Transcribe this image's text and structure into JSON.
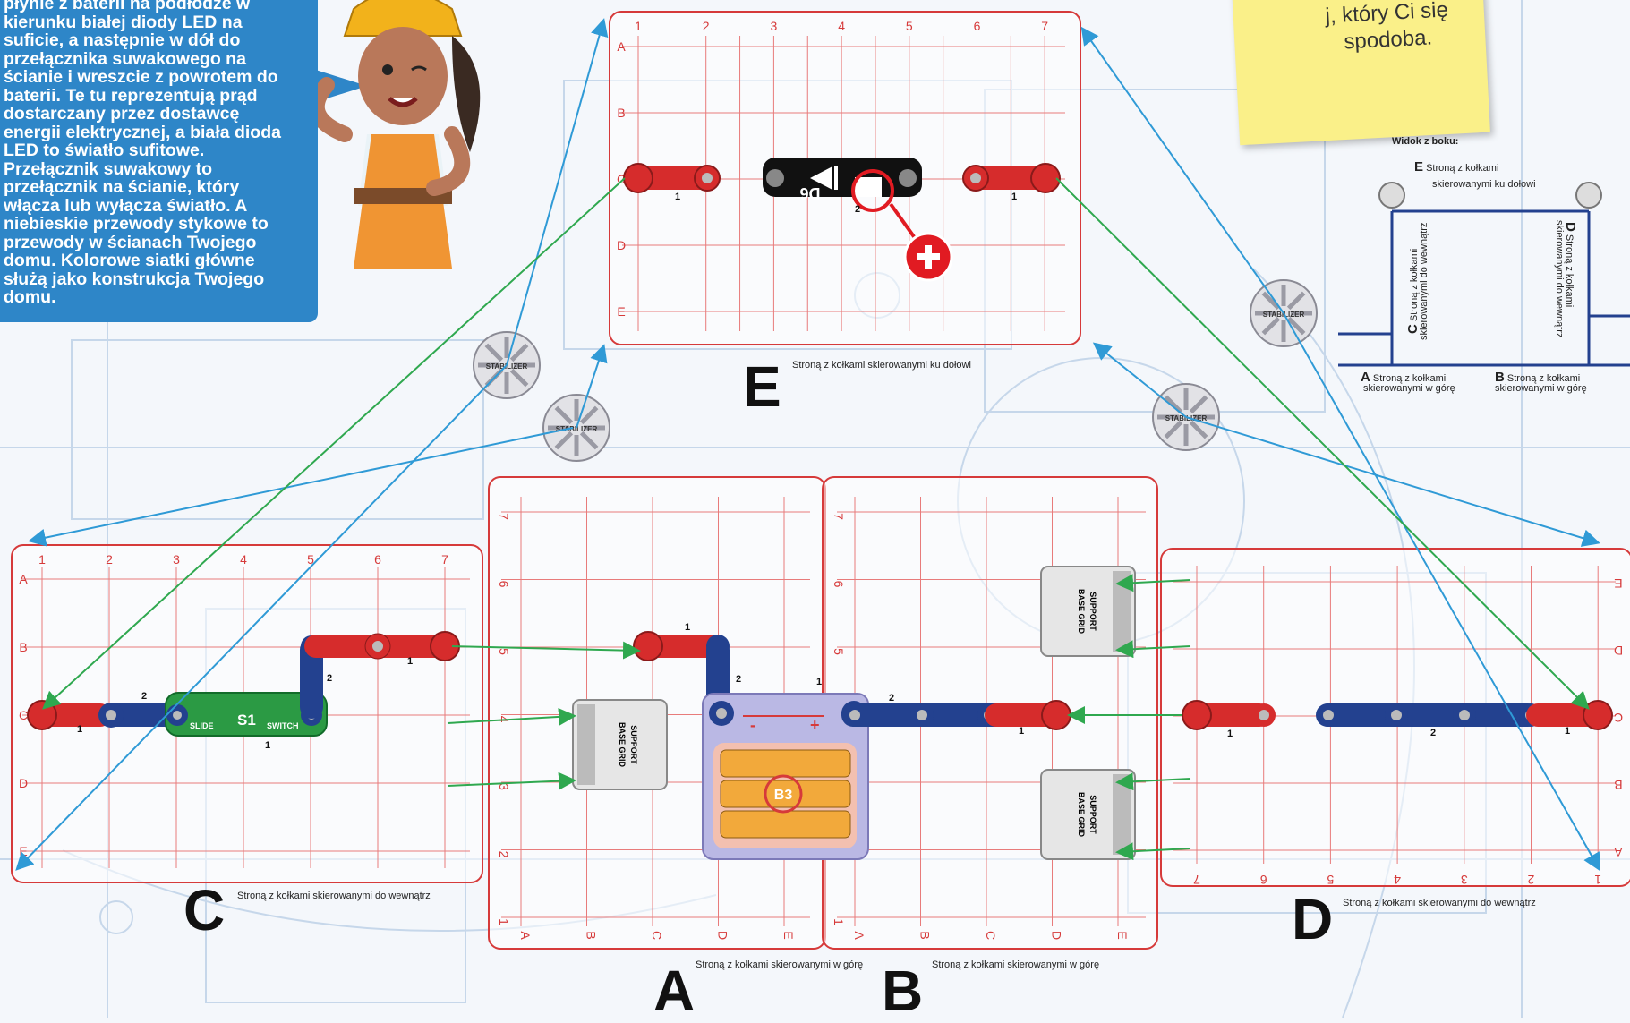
{
  "speech": {
    "lines": [
      "płynie z baterii na podłodze w",
      "kierunku białej diody LED na",
      "suficie, a następnie w dół do",
      "przełącznika suwakowego na",
      "ścianie i wreszcie z powrotem do",
      "baterii. Te tu reprezentują prąd",
      "dostarczany przez dostawcę",
      "energii elektrycznej, a biała dioda",
      "LED to światło sufitowe.",
      "Przełącznik suwakowy to",
      "przełącznik na ścianie, który",
      "włącza lub wyłącza światło. A",
      "niebieskie przewody stykowe to",
      "przewody w ścianach Twojego",
      "domu. Kolorowe siatki główne",
      "służą jako konstrukcja Twojego",
      "domu."
    ]
  },
  "sticky": {
    "line1": "j, który Ci się",
    "line2": "spodoba."
  },
  "boards": {
    "E": {
      "letter": "E",
      "caption": "Stroną z kołkami skierowanymi ku dołowi"
    },
    "C": {
      "letter": "C",
      "caption": "Stroną z kołkami skierowanymi do wewnątrz"
    },
    "A": {
      "letter": "A",
      "caption": "Stroną z kołkami skierowanymi w górę"
    },
    "B": {
      "letter": "B",
      "caption": "Stroną z kołkami skierowanymi w górę"
    },
    "D": {
      "letter": "D",
      "caption": "Stroną z kołkami skierowanymi do wewnątrz"
    }
  },
  "side_view": {
    "heading": "Widok z boku:",
    "E": {
      "letter": "E",
      "text1": "Stroną z kołkami",
      "text2": "skierowanymi ku dołowi"
    },
    "C": {
      "letter": "C",
      "text1": "Stroną z kołkami",
      "text2": "skierowanymi do wewnątrz"
    },
    "D": {
      "letter": "D",
      "text1": "Stroną z kołkami",
      "text2": "skierowanymi do wewnątrz"
    },
    "A": {
      "letter": "A",
      "text1": "Stroną z kołkami",
      "text2": "skierowanymi w górę"
    },
    "B": {
      "letter": "B",
      "text1": "Stroną z kołkami",
      "text2": "skierowanymi w górę"
    }
  },
  "labels": {
    "stabilizer": "STABILIZER",
    "base_grid_1": "BASE GRID",
    "base_grid_2": "SUPPORT",
    "switch": "S1",
    "switch_left": "SLIDE",
    "switch_right": "SWITCH",
    "led": "D6",
    "battery": "B3",
    "plus": "+",
    "minus": "-",
    "one": "1",
    "two": "2"
  },
  "grid_labels": {
    "E_cols": [
      "1",
      "2",
      "3",
      "4",
      "5",
      "6",
      "7"
    ],
    "E_rows": [
      "A",
      "B",
      "C",
      "D",
      "E"
    ],
    "C_cols": [
      "1",
      "2",
      "3",
      "4",
      "5",
      "6",
      "7"
    ],
    "C_rows": [
      "A",
      "B",
      "C",
      "D",
      "E"
    ],
    "A_rows": [
      "7",
      "6",
      "5",
      "4",
      "3",
      "2",
      "1"
    ],
    "A_cols": [
      "A",
      "B",
      "C",
      "D",
      "E"
    ],
    "B_rows": [
      "7",
      "6",
      "5",
      "4",
      "3",
      "2",
      "1"
    ],
    "B_cols": [
      "A",
      "B",
      "C",
      "D",
      "E"
    ],
    "D_cols": [
      "7",
      "6",
      "5",
      "4",
      "3",
      "2",
      "1"
    ],
    "D_rows": [
      "E",
      "D",
      "C",
      "B",
      "A"
    ]
  },
  "colors": {
    "red": "#d63a3a",
    "blue_arrow": "#2f9ad6",
    "green_arrow": "#2fa84f",
    "wire_red": "#d62c2c",
    "wire_blue": "#23418f"
  }
}
